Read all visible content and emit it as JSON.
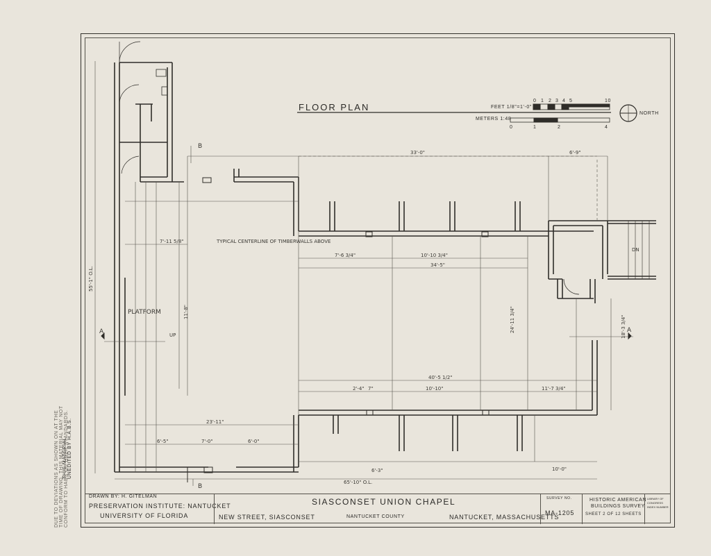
{
  "drawing": {
    "title": "FLOOR PLAN",
    "scale_feet_label": "FEET  1/8\"=1'-0\"",
    "scale_meters_label": "METERS  1:48",
    "feet_ticks": [
      "0",
      "1",
      "2",
      "3",
      "4",
      "5",
      "10"
    ],
    "meter_ticks": [
      "0",
      "1",
      "2",
      "4"
    ],
    "north_label": "NORTH",
    "platform_label": "PLATFORM",
    "fireplace_note": "TYPICAL CENTERLINE OF TIMBERWALLS ABOVE",
    "section_a": "A",
    "section_b": "B",
    "up_label": "UP",
    "dn_label": "DN",
    "dims": {
      "overall_length": "65'-10\" O.L.",
      "overall_width": "55'-1\" O.L.",
      "span_33": "33'-0\"",
      "span_6_9": "6'-9\"",
      "span_34_5": "34'-5\"",
      "span_40": "40'-5 1/2\"",
      "span_10_10a": "10'-10 3/4\"",
      "span_10_10b": "10'-10\"",
      "span_23": "23'-11\"",
      "span_7_11": "7'-11 5/8\"",
      "span_6_5": "6'-5\"",
      "span_7_0": "7'-0\"",
      "span_6_0": "6'-0\"",
      "span_10_0": "10'-0\"",
      "span_11_7": "11'-7 3/4\"",
      "span_7_6": "7'-6 3/4\"",
      "span_24": "24'-11 3/4\"",
      "span_18": "18'-3 3/4\"",
      "span_11_8": "11'-8\"",
      "span_6_3": "6'-3\"",
      "span_2_4": "2'-4\"",
      "span_7": "7\""
    }
  },
  "title_block": {
    "drawn_by": "DRAWN BY:  H. GITELMAN",
    "org_line1": "PRESERVATION INSTITUTE: NANTUCKET",
    "org_line2": "UNIVERSITY OF FLORIDA",
    "building_name": "SIASCONSET UNION CHAPEL",
    "address": "NEW STREET, SIASCONSET",
    "county": "NANTUCKET COUNTY",
    "state": "NANTUCKET, MASSACHUSETTS",
    "survey_no_label": "SURVEY NO.",
    "survey_no": "MA-1205",
    "habs_line1": "HISTORIC AMERICAN",
    "habs_line2": "BUILDINGS SURVEY",
    "sheet_line": "SHEET 2 OF 12 SHEETS",
    "dept": "LIBRARY OF CONGRESS INDEX NUMBER"
  },
  "margin_notes": {
    "note1_line1": "THIS MATERIAL",
    "note1_line2": "UNEDITED BY H.A.B.S.",
    "note2_line1": "DUE TO DEVIATIONS AS SHOWN ON AT THE",
    "note2_line2": "TIME OF DRAWING, THIS MATERIAL MAY NOT",
    "note2_line3": "CONFORM TO HABS OR HAER STANDARDS."
  }
}
